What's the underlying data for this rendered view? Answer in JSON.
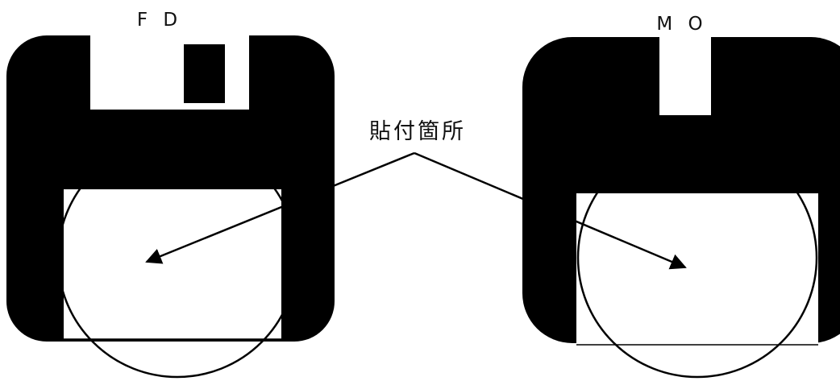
{
  "disks": [
    {
      "label": "F D",
      "kind": "floppy-disk"
    },
    {
      "label": "M O",
      "kind": "magneto-optical-disk"
    }
  ],
  "callout": {
    "label": "貼付箇所"
  },
  "colors": {
    "ink": "#000000",
    "paper": "#ffffff",
    "text": "#111111"
  }
}
